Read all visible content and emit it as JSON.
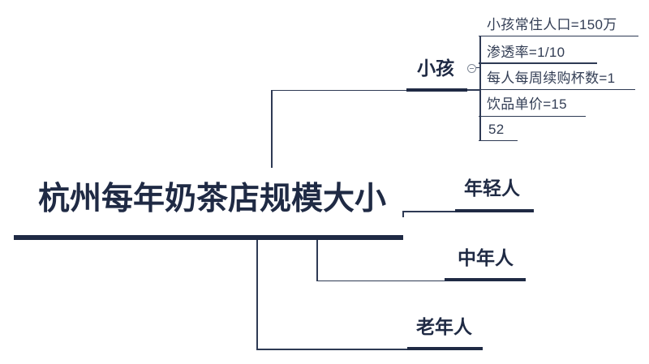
{
  "colors": {
    "ink": "#1f2a44",
    "line": "#2e3a54",
    "subtext": "#323d54",
    "icon": "#7e8796",
    "background": "#ffffff"
  },
  "central": {
    "label": "杭州每年奶茶店规模大小"
  },
  "branches": [
    {
      "label": "小孩",
      "collapsed": false,
      "collapse_icon": "minus-circle",
      "children": [
        "小孩常住人口=150万",
        "渗透率=1/10",
        "每人每周续购杯数=1",
        "饮品单价=15",
        "52"
      ]
    },
    {
      "label": "年轻人"
    },
    {
      "label": "中年人"
    },
    {
      "label": "老年人"
    }
  ]
}
